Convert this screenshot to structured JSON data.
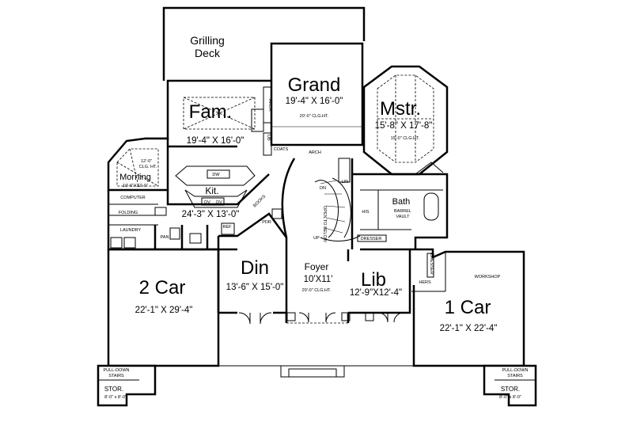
{
  "rooms": {
    "grilling_deck": {
      "name_line1": "Grilling",
      "name_line2": "Deck"
    },
    "grand": {
      "name": "Grand",
      "dims": "19'-4\" X 16'-0\"",
      "ceiling": "20'-0\" CLG.HT."
    },
    "family": {
      "name": "Fam.",
      "dims": "19'-4\" X 16'-0\""
    },
    "master": {
      "name": "Mstr.",
      "dims": "15'-8\" X 17'-8\"",
      "ceiling": "15'-0\" CLG.HT."
    },
    "morning": {
      "name": "Morning",
      "dims": "10'-6\"X12'-0\"",
      "ceiling_line1": "12'-0\"",
      "ceiling_line2": "CLG. HT."
    },
    "kitchen": {
      "name": "Kit.",
      "dims": "24'-3\" X 13'-0\""
    },
    "bath": {
      "name": "Bath",
      "ceiling_line1": "BARREL",
      "ceiling_line2": "VAULT"
    },
    "dining": {
      "name": "Din",
      "dims": "13'-6\" X 15'-0\""
    },
    "foyer": {
      "name": "Foyer",
      "dims": "10'X11'",
      "ceiling": "20'-0\" CLG.HT."
    },
    "library": {
      "name": "Lib",
      "dims": "12'-9\"X12'-4\""
    },
    "garage_2car": {
      "name": "2 Car",
      "dims": "22'-1\" X 29'-4\""
    },
    "garage_1car": {
      "name": "1 Car",
      "dims": "22'-1\" X 22'-4\""
    },
    "stor_left": {
      "line1": "PULL-DOWN",
      "line2": "STAIRS",
      "name": "STOR.",
      "dims": "8'-0\" x 8'-0\""
    },
    "stor_right": {
      "line1": "PULL-DOWN",
      "line2": "STAIRS",
      "name": "STOR.",
      "dims": "8'-0\" x 8'-0\""
    }
  },
  "labels": {
    "arch_top": "ARCH",
    "arch_side": "ARCH",
    "coats": "COATS",
    "books": "BOOKS",
    "computer": "COMPUTER",
    "folding": "FOLDING",
    "laundry": "LAUNDRY",
    "pan": "PAN",
    "ref": "REF",
    "pdr": "PDR",
    "open_to_below": "OPEN TO BELOW",
    "up_stair": "UP",
    "dn": "DN",
    "up": "UP",
    "lin": "LIN",
    "his": "HIS",
    "hers": "HERS",
    "dresser_h": "DRESSER",
    "dresser_v": "DRESSER",
    "workshop": "WORKSHOP",
    "dw": "DW",
    "dv1": "DV",
    "dv2": "DV",
    "ub": "UB"
  },
  "colors": {
    "line": "#000000",
    "background": "#ffffff"
  }
}
